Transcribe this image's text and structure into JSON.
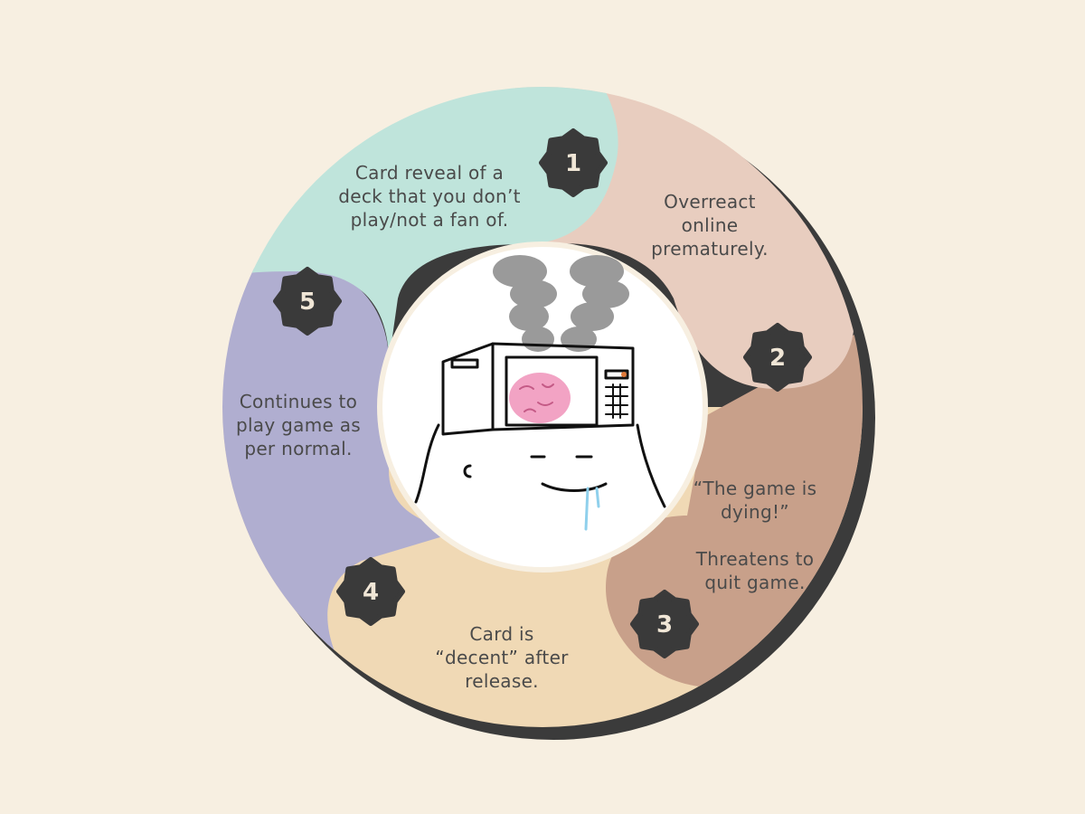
{
  "colors": {
    "background": "#f7efe1",
    "segment_1": "#bfe4db",
    "segment_2": "#e8cdbf",
    "segment_3": "#c8a08a",
    "segment_4": "#f0d9b5",
    "segment_5": "#b0aed0",
    "shadow": "#3b3b3b",
    "badge": "#3a3a3a",
    "badge_text": "#f0e6d6",
    "brain": "#f2a3c4",
    "smoke": "#9a9a9a"
  },
  "steps": [
    {
      "number": "1",
      "text": "Card reveal of a\ndeck that you don’t\nplay/not a fan of."
    },
    {
      "number": "2",
      "text": "Overreact\nonline\nprematurely."
    },
    {
      "number": "3",
      "text": "“The game is\ndying!”\n\nThreatens to\nquit game."
    },
    {
      "number": "4",
      "text": "Card is\n“decent” after\nrelease."
    },
    {
      "number": "5",
      "text": "Continues to\nplay game as\nper normal."
    }
  ],
  "center_illustration": {
    "icon": "microwave-brain-head-icon",
    "description_icons": [
      "smoke-icon",
      "microwave-icon",
      "brain-icon",
      "drool-icon"
    ]
  }
}
